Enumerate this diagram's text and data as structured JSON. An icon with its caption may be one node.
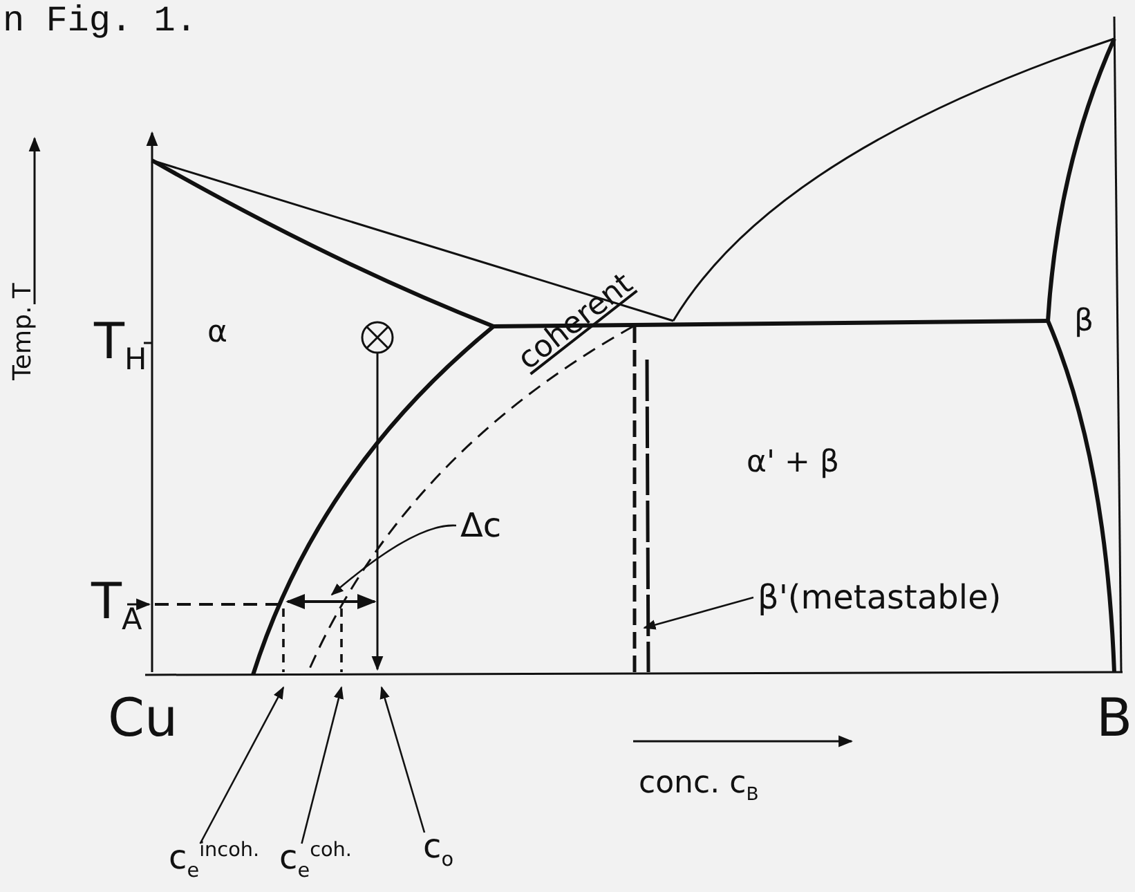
{
  "diagram": {
    "nodes": [
      {
        "text": [
          "c$_{e}$$^{incoh.}$"
        ]
      },
      {
        "text": [
          "c$_{e}$$^{coh.}$"
        ]
      },
      {
        "text": [
          "c$_{o}$"
        ]
      },
      {
        "text": [
          "Δc"
        ]
      },
      {
        "text": [
          "β'(metastable)"
        ]
      }
    ],
    "edges": [
      {
        "from": 0,
        "to": null,
        "arrow": "to"
      },
      {
        "from": 1,
        "to": null,
        "arrow": "to"
      },
      {
        "from": 2,
        "to": null,
        "arrow": "to"
      },
      {
        "from": 3,
        "to": null,
        "arrow": "to"
      },
      {
        "from": 4,
        "to": null,
        "arrow": "to"
      }
    ],
    "labels": [
      "n Fig. 1.",
      "Temp. T",
      "T$_{H}$",
      "α",
      "β",
      "coherent",
      "α' + β",
      "T$_{A}$",
      "Cu",
      "B",
      "conc. c$_{B}$"
    ]
  }
}
